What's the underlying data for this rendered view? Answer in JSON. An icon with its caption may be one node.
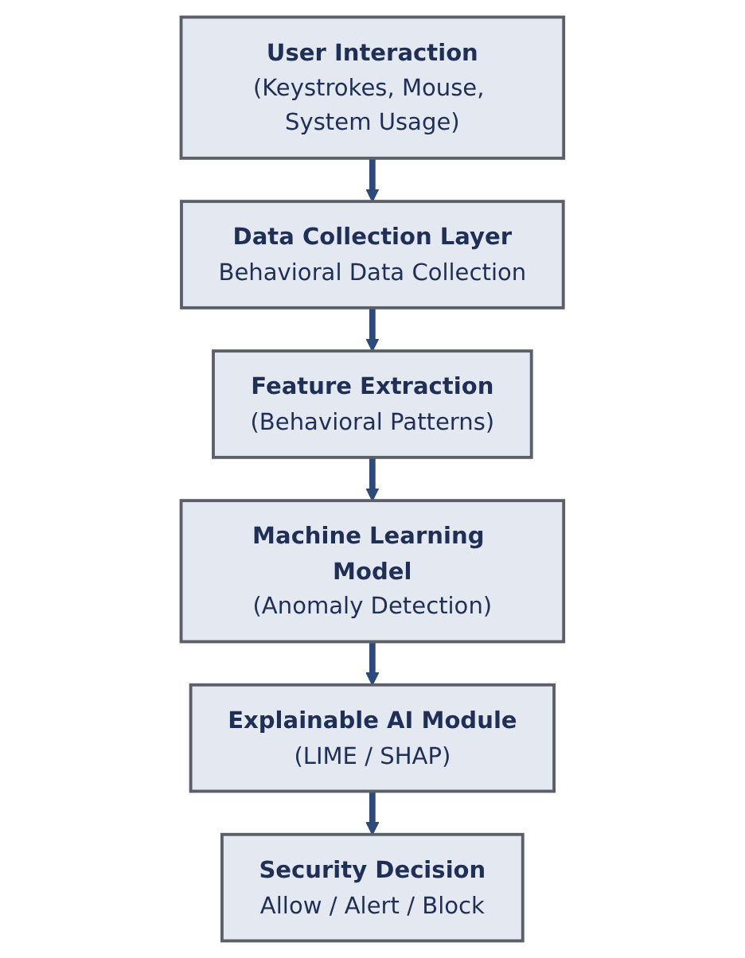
{
  "diagram": {
    "nodes": [
      {
        "text": [
          "User Interaction",
          "(Keystrokes, Mouse, System Usage)"
        ]
      },
      {
        "text": [
          "Data Collection Layer",
          "Behavioral Data Collection"
        ]
      },
      {
        "text": [
          "Feature Extraction",
          "(Behavioral Patterns)"
        ]
      },
      {
        "text": [
          "Machine Learning Model",
          "(Anomaly Detection)"
        ]
      },
      {
        "text": [
          "Explainable AI Module",
          "(LIME / SHAP)"
        ]
      },
      {
        "text": [
          "Security Decision",
          "Allow / Alert / Block"
        ]
      }
    ],
    "edges": [
      {
        "from": 0,
        "to": 1,
        "arrow": "to"
      },
      {
        "from": 1,
        "to": 2,
        "arrow": "to"
      },
      {
        "from": 2,
        "to": 3,
        "arrow": "to"
      },
      {
        "from": 3,
        "to": 4,
        "arrow": "to"
      },
      {
        "from": 4,
        "to": 5,
        "arrow": "to"
      }
    ]
  }
}
